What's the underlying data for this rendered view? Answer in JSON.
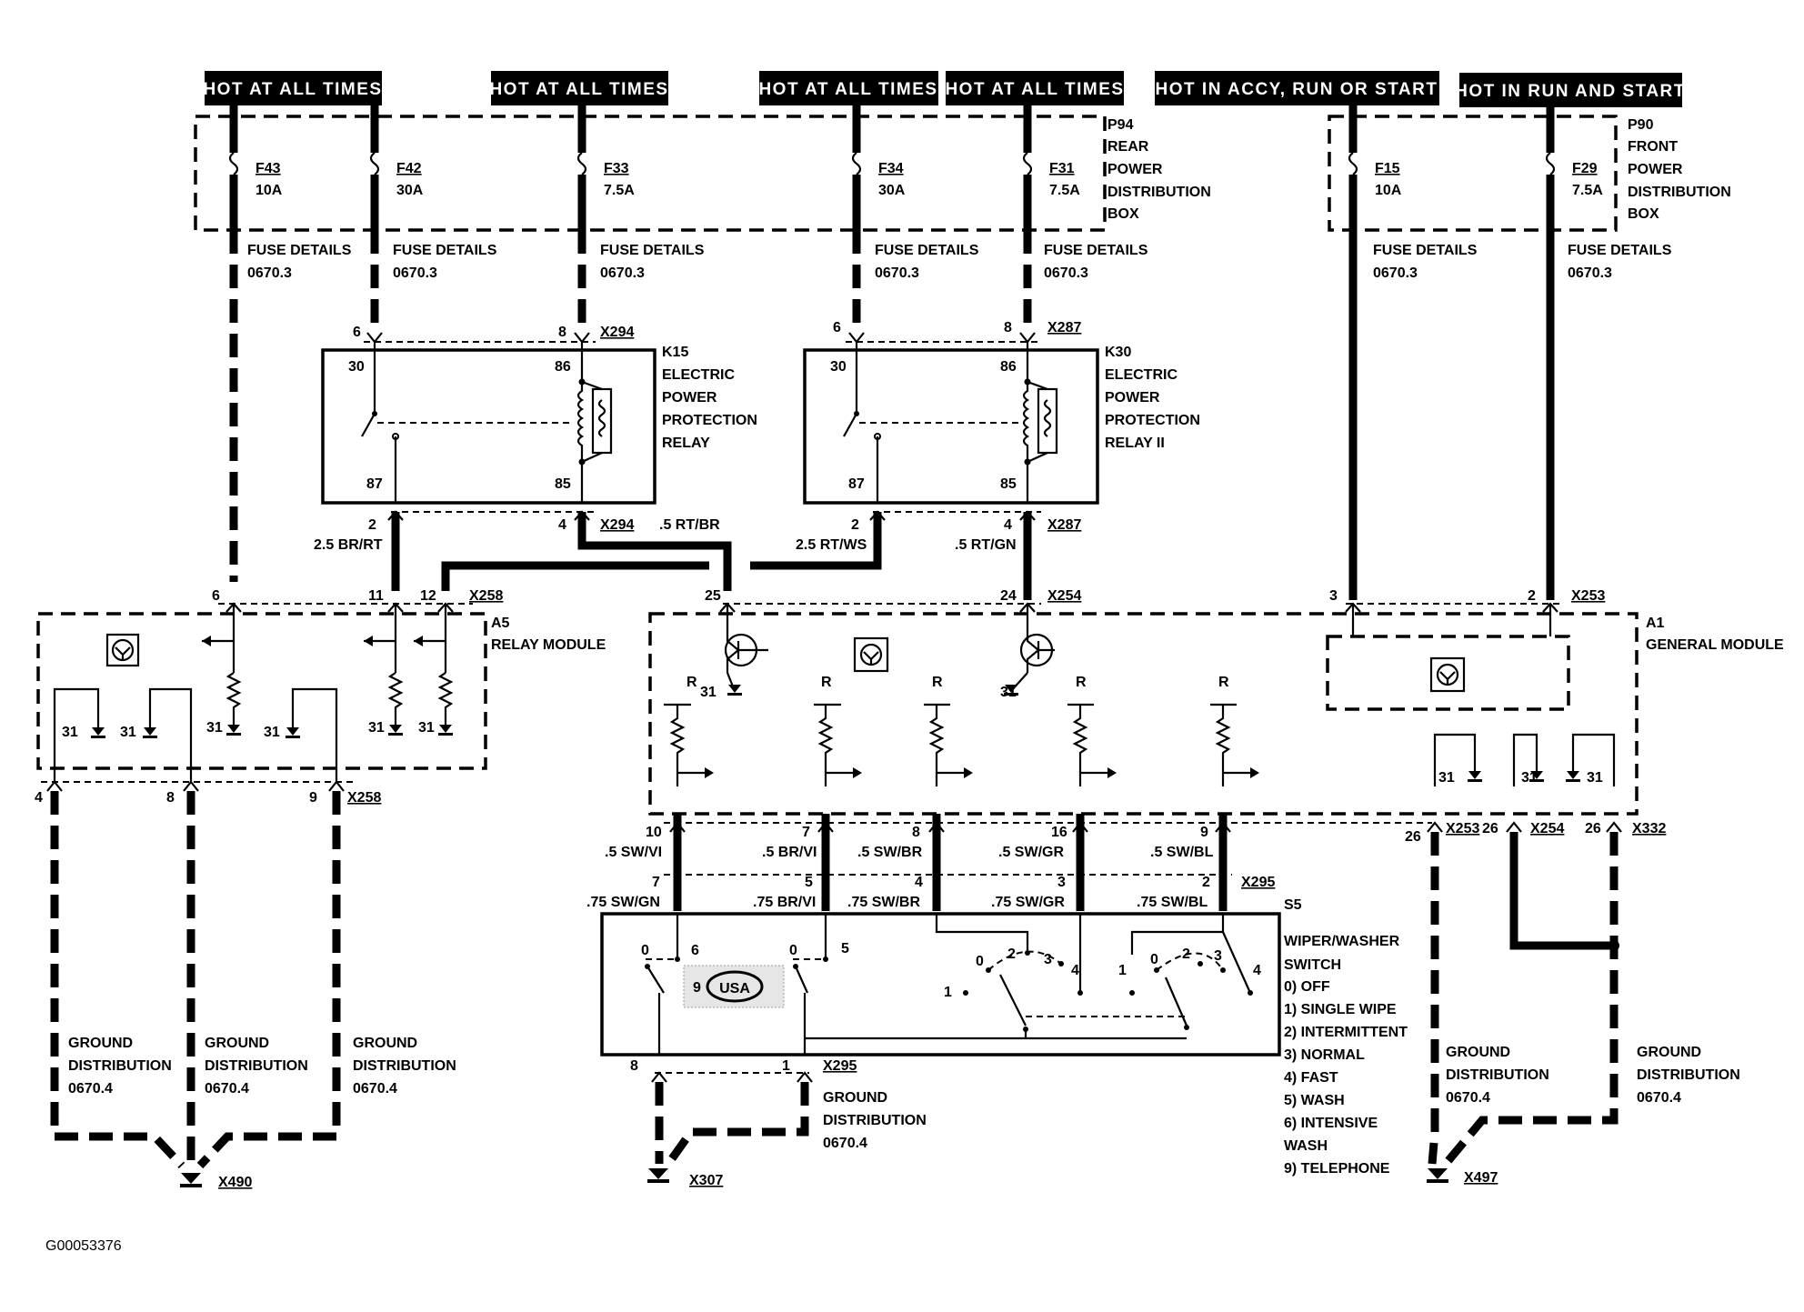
{
  "headers": [
    {
      "text": "HOT AT ALL TIMES"
    },
    {
      "text": "HOT AT ALL TIMES"
    },
    {
      "text": "HOT AT ALL TIMES"
    },
    {
      "text": "HOT AT ALL TIMES"
    },
    {
      "text": "HOT IN ACCY, RUN OR START"
    },
    {
      "text": "HOT IN RUN AND START"
    }
  ],
  "fuses": [
    {
      "id": "F43",
      "rating": "10A"
    },
    {
      "id": "F42",
      "rating": "30A"
    },
    {
      "id": "F33",
      "rating": "7.5A"
    },
    {
      "id": "F34",
      "rating": "30A"
    },
    {
      "id": "F31",
      "rating": "7.5A"
    },
    {
      "id": "F15",
      "rating": "10A"
    },
    {
      "id": "F29",
      "rating": "7.5A"
    }
  ],
  "fuse_details": {
    "label": "FUSE DETAILS",
    "ref": "0670.3"
  },
  "p94": [
    "P94",
    "REAR",
    "POWER",
    "DISTRIBUTION",
    "BOX"
  ],
  "p90": [
    "P90",
    "FRONT",
    "POWER",
    "DISTRIBUTION",
    "BOX"
  ],
  "k15": [
    "K15",
    "ELECTRIC",
    "POWER",
    "PROTECTION",
    "RELAY"
  ],
  "k30": [
    "K30",
    "ELECTRIC",
    "POWER",
    "PROTECTION",
    "RELAY II"
  ],
  "relay_terminals": {
    "t30": "30",
    "t86": "86",
    "t87": "87",
    "t85": "85"
  },
  "a5": [
    "A5",
    "RELAY MODULE"
  ],
  "a1": [
    "A1",
    "GENERAL MODULE"
  ],
  "ground_term": "31",
  "resistor_label": "R",
  "connectors": {
    "x294": "X294",
    "x287": "X287",
    "x258": "X258",
    "x254": "X254",
    "x253": "X253",
    "x295": "X295",
    "x332": "X332",
    "x490": "X490",
    "x307": "X307",
    "x497": "X497"
  },
  "pins": {
    "k15_top_6": "6",
    "k15_top_8": "8",
    "k30_top_6": "6",
    "k30_top_8": "8",
    "k15_bot_2": "2",
    "k15_bot_4": "4",
    "k30_bot_2": "2",
    "k30_bot_4": "4",
    "a5_6": "6",
    "a5_11": "11",
    "a5_12": "12",
    "a1_25": "25",
    "a1_24": "24",
    "a1_3": "3",
    "a1_2": "2",
    "a5_b4": "4",
    "a5_b8": "8",
    "a5_b9": "9",
    "a1_b10": "10",
    "a1_b7": "7",
    "a1_b8": "8",
    "a1_b16": "16",
    "a1_b9": "9",
    "a1_b26a": "26",
    "a1_b26b": "26",
    "a1_b26c": "26",
    "s5_7": "7",
    "s5_5": "5",
    "s5_4": "4",
    "s5_3": "3",
    "s5_2": "2",
    "s5_8": "8",
    "s5_1": "1"
  },
  "wires": {
    "w_25brrt": "2.5 BR/RT",
    "w_5rtbr": ".5 RT/BR",
    "w_25rtws": "2.5 RT/WS",
    "w_5rtgn": ".5 RT/GN",
    "w_5swvi": ".5 SW/VI",
    "w_5brvi": ".5 BR/VI",
    "w_5swbr": ".5 SW/BR",
    "w_5swgr": ".5 SW/GR",
    "w_5swbl": ".5 SW/BL",
    "w_75swgn": ".75 SW/GN",
    "w_75brvi": ".75 BR/VI",
    "w_75swbr": ".75 SW/BR",
    "w_75swgr": ".75 SW/GR",
    "w_75swbl": ".75 SW/BL"
  },
  "switch_pos": {
    "p0a": "0",
    "p6": "6",
    "p9": "9",
    "p0b": "0",
    "p5": "5",
    "p0c": "0",
    "p1c": "1",
    "p2c": "2",
    "p3c": "3",
    "p4c": "4",
    "p0d": "0",
    "p1d": "1",
    "p2d": "2",
    "p3d": "3",
    "p4d": "4"
  },
  "usa": "USA",
  "s5": [
    "S5",
    "WIPER/WASHER",
    "SWITCH"
  ],
  "s5_legend": [
    "0)  OFF",
    "1)  SINGLE WIPE",
    "2)  INTERMITTENT",
    "3)  NORMAL",
    "4)  FAST",
    "5)  WASH",
    "6)  INTENSIVE",
    "     WASH",
    "9)  TELEPHONE"
  ],
  "ground_dist": [
    "GROUND",
    "DISTRIBUTION",
    "0670.4"
  ],
  "figure_id": "G00053376"
}
